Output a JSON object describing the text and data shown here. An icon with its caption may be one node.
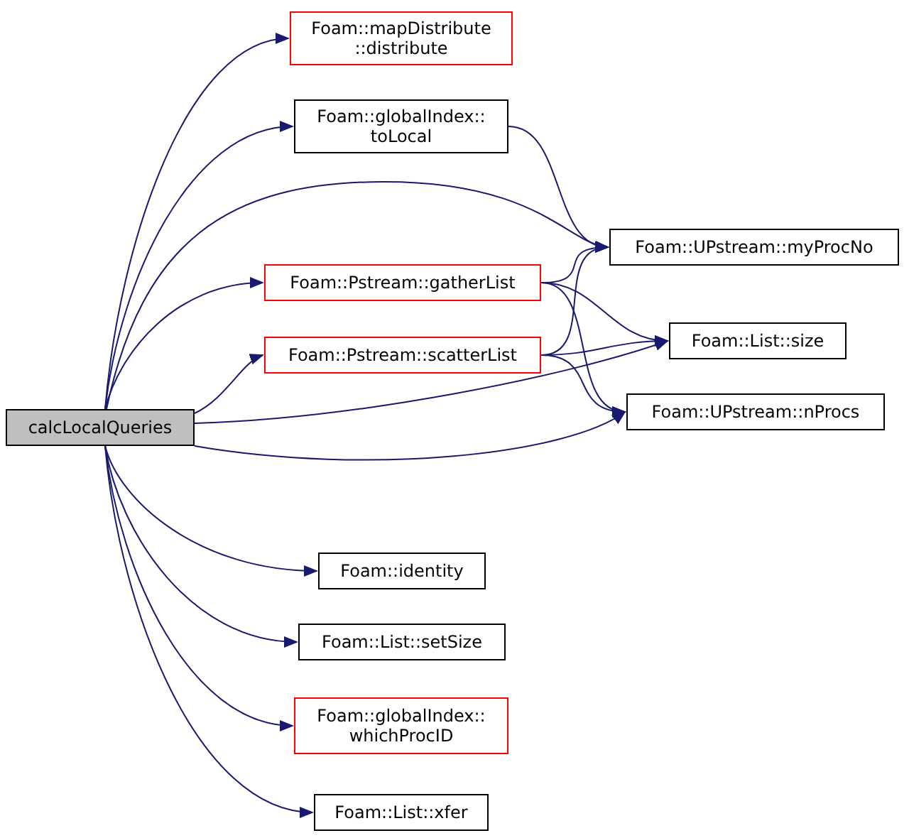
{
  "diagram": {
    "nodes": [
      {
        "text": [
          "calcLocalQueries"
        ]
      },
      {
        "text": [
          "Foam::mapDistribute ::distribute"
        ]
      },
      {
        "text": [
          "Foam::globalIndex:: toLocal"
        ]
      },
      {
        "text": [
          "Foam::UPstream::myProcNo"
        ]
      },
      {
        "text": [
          "Foam::Pstream::gatherList"
        ]
      },
      {
        "text": [
          "Foam::List::size"
        ]
      },
      {
        "text": [
          "Foam::Pstream::scatterList"
        ]
      },
      {
        "text": [
          "Foam::UPstream::nProcs"
        ]
      },
      {
        "text": [
          "Foam::identity"
        ]
      },
      {
        "text": [
          "Foam::List::setSize"
        ]
      },
      {
        "text": [
          "Foam::globalIndex:: whichProcID"
        ]
      },
      {
        "text": [
          "Foam::List::xfer"
        ]
      }
    ],
    "edges": [
      {
        "from": 0,
        "to": 1,
        "arrow": "to"
      },
      {
        "from": 0,
        "to": 2,
        "arrow": "to"
      },
      {
        "from": 0,
        "to": 3,
        "arrow": "to"
      },
      {
        "from": 0,
        "to": 4,
        "arrow": "to"
      },
      {
        "from": 0,
        "to": 6,
        "arrow": "to"
      },
      {
        "from": 0,
        "to": 5,
        "arrow": "to"
      },
      {
        "from": 0,
        "to": 7,
        "arrow": "to"
      },
      {
        "from": 0,
        "to": 8,
        "arrow": "to"
      },
      {
        "from": 0,
        "to": 9,
        "arrow": "to"
      },
      {
        "from": 0,
        "to": 10,
        "arrow": "to"
      },
      {
        "from": 0,
        "to": 11,
        "arrow": "to"
      },
      {
        "from": 2,
        "to": 3,
        "arrow": "to"
      },
      {
        "from": 4,
        "to": 3,
        "arrow": "to"
      },
      {
        "from": 4,
        "to": 5,
        "arrow": "to"
      },
      {
        "from": 4,
        "to": 7,
        "arrow": "to"
      },
      {
        "from": 6,
        "to": 3,
        "arrow": "to"
      },
      {
        "from": 6,
        "to": 5,
        "arrow": "to"
      },
      {
        "from": 6,
        "to": 7,
        "arrow": "to"
      }
    ]
  }
}
